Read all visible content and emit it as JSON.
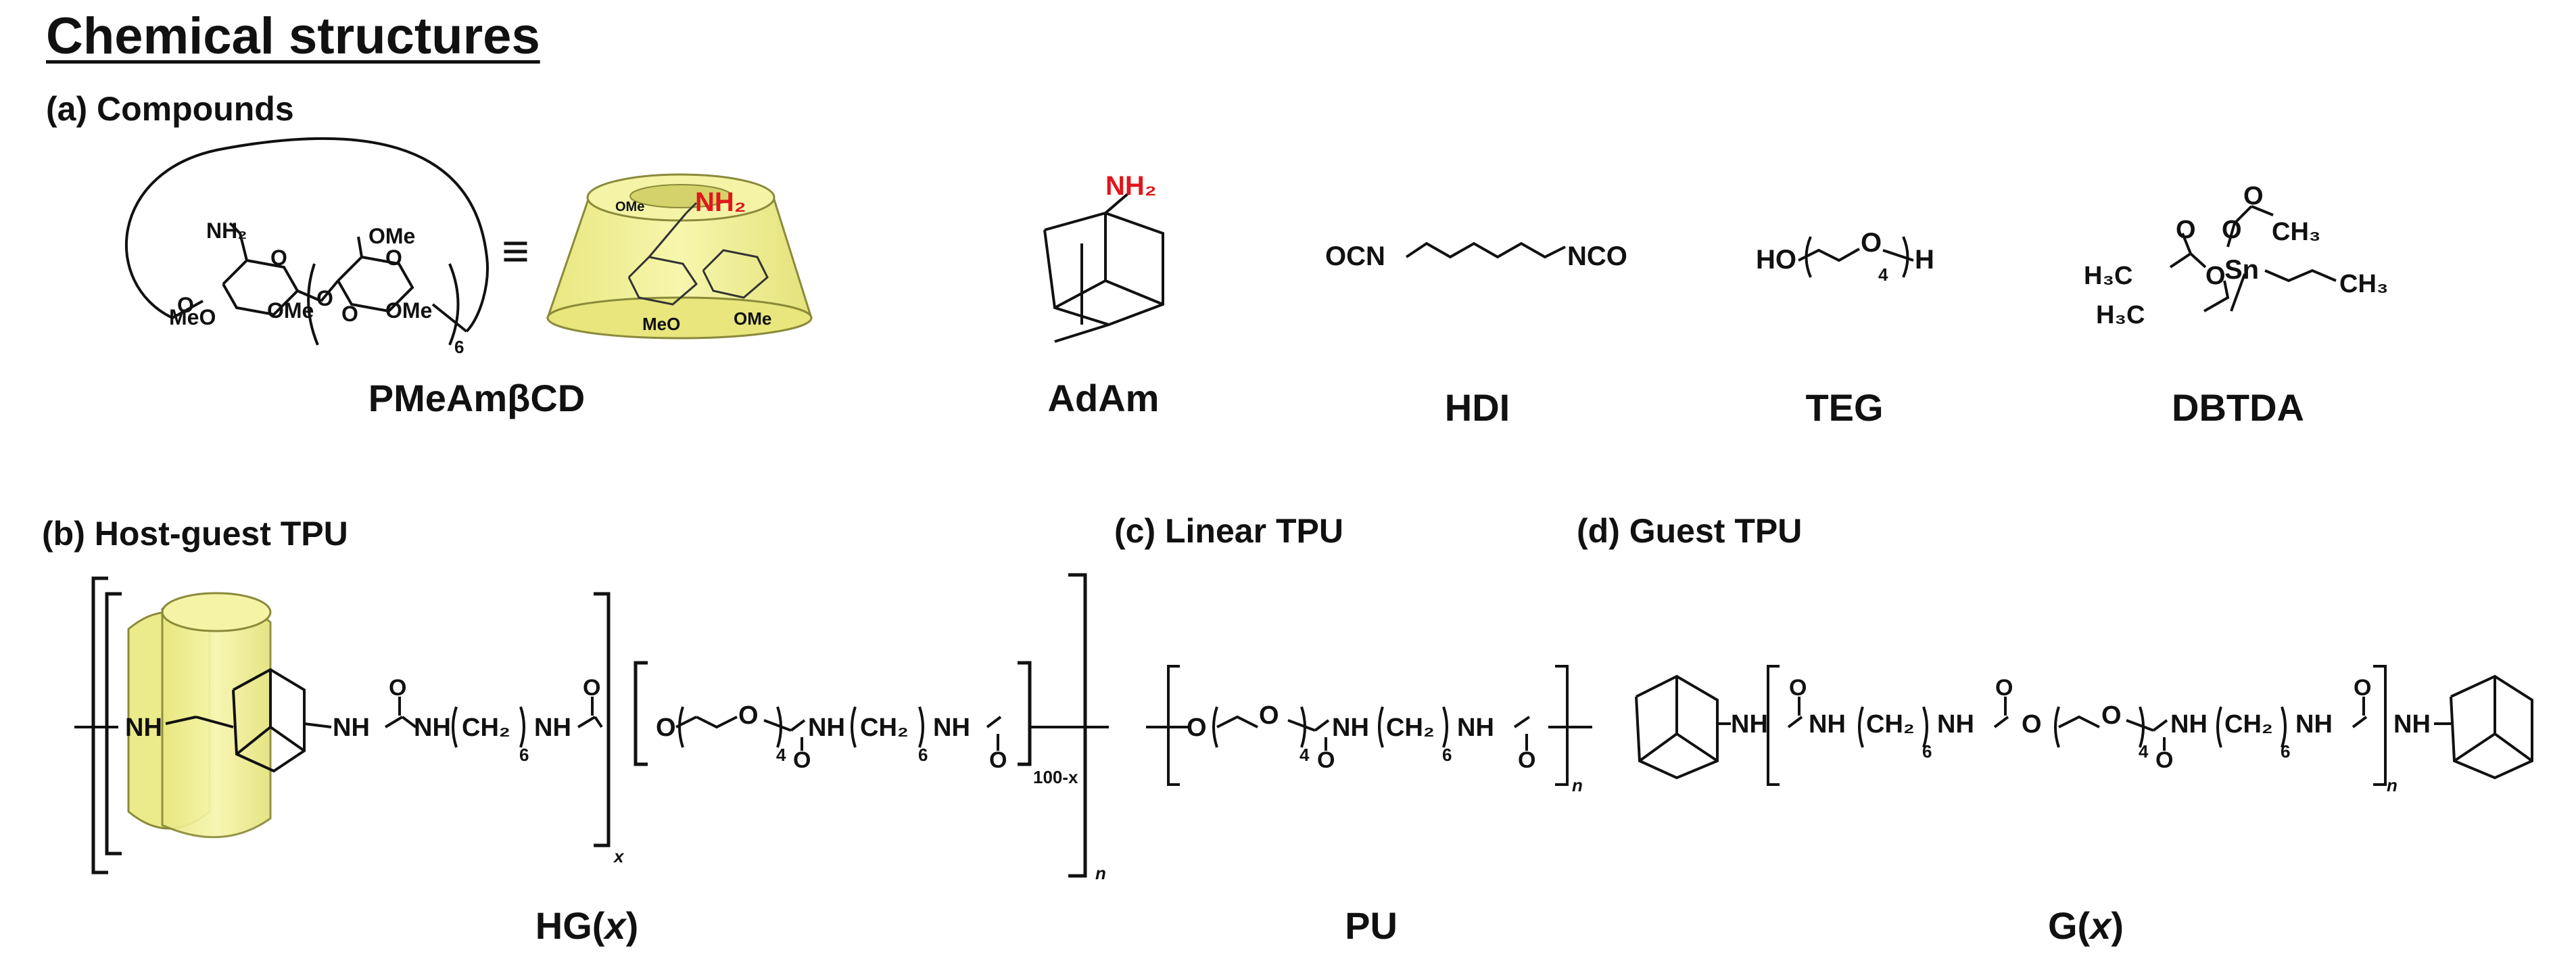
{
  "title": "Chemical structures",
  "sections": {
    "a": "(a) Compounds",
    "b": "(b) Host-guest TPU",
    "c": "(c) Linear TPU",
    "d": "(d) Guest TPU"
  },
  "compound_names": {
    "pmeamcd": "PMeAmβCD",
    "adam": "AdAm",
    "hdi": "HDI",
    "teg": "TEG",
    "dbtda": "DBTDA"
  },
  "polymer_names": {
    "hg_prefix": "HG(",
    "hg_var": "x",
    "hg_suffix": ")",
    "pu": "PU",
    "g_prefix": "G(",
    "g_var": "x",
    "g_suffix": ")"
  },
  "structure_labels": {
    "nh2": "NH₂",
    "ome": "OMe",
    "meo": "MeO",
    "o": "O",
    "six": "6",
    "equiv": "≡",
    "ocn": "OCN",
    "nco": "NCO",
    "ho": "HO",
    "h": "H",
    "four": "4",
    "h3c": "H₃C",
    "ch3": "CH₃",
    "sn": "Sn",
    "nh": "NH",
    "ch2": "CH₂",
    "x": "x",
    "hundred_minus_x": "100-x",
    "n": "n"
  },
  "colors": {
    "cyclodextrin_fill": "#f2f29a",
    "cyclodextrin_stroke": "#8a8a3a",
    "amine_red": "#e0161b",
    "ink": "#111111"
  }
}
